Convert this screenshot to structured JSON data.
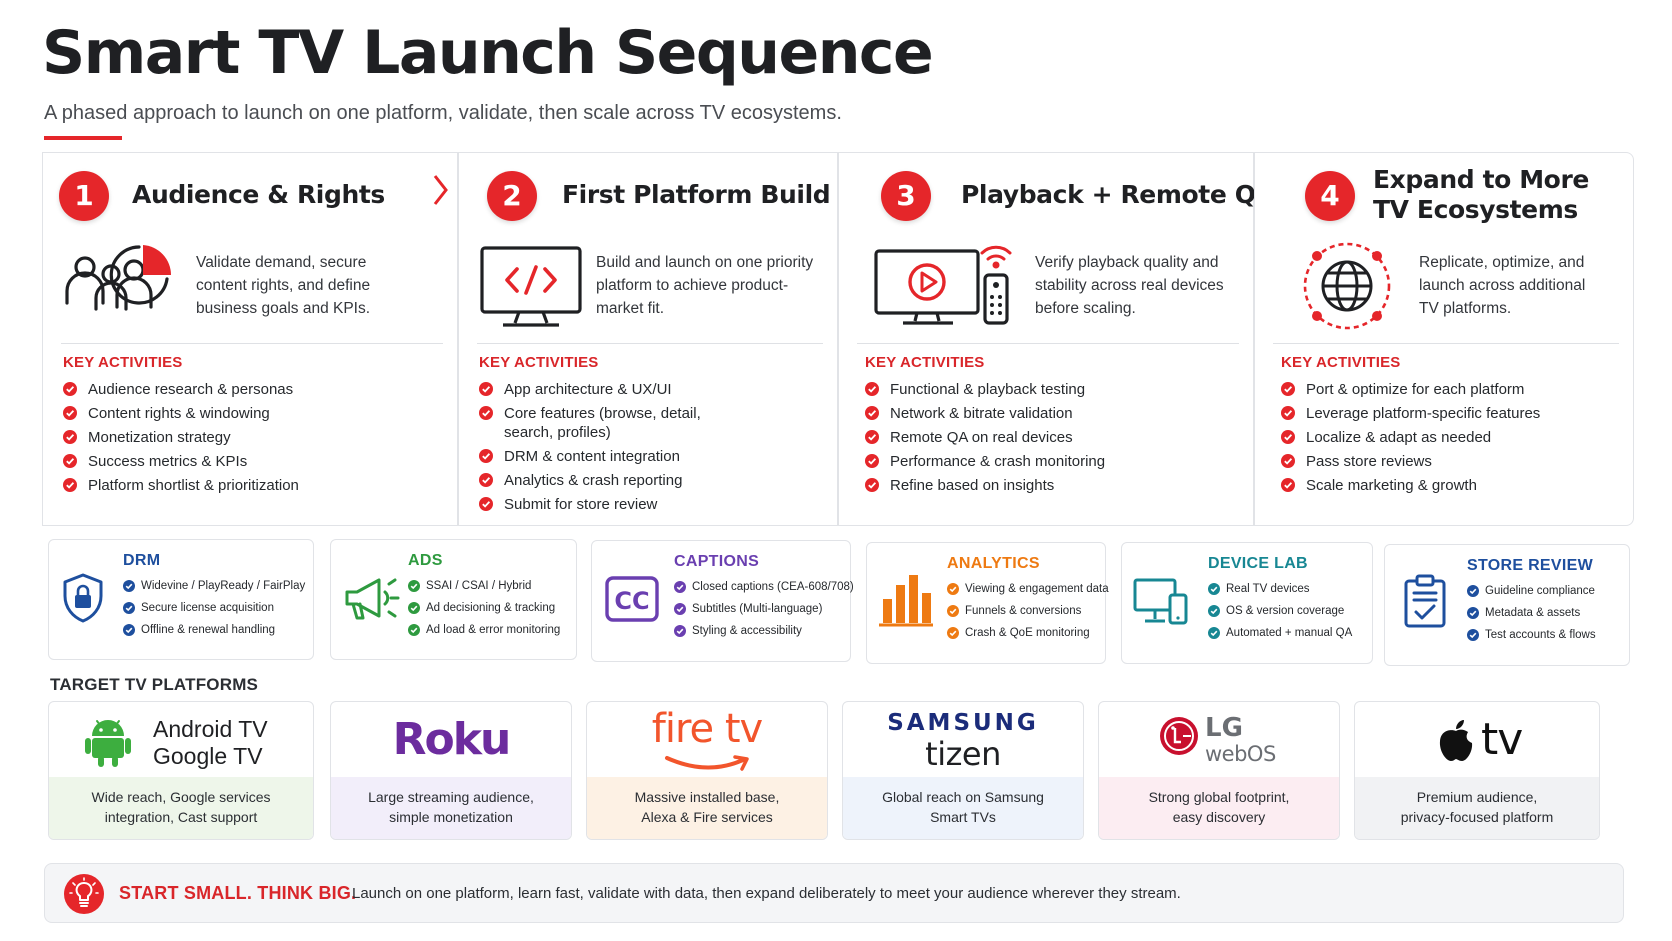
{
  "title": "Smart TV Launch Sequence",
  "subtitle": "A phased approach to launch on one platform, validate, then scale across TV ecosystems.",
  "colors": {
    "accent": "#e5262a",
    "dark_text": "#1f2023"
  },
  "phases": [
    {
      "number": "1",
      "title_lines": [
        "Audience & Rights"
      ],
      "icon": "audience-chart-icon",
      "description": "Validate demand, secure content rights, and define business goals and KPIs.",
      "key_activities_label": "KEY ACTIVITIES",
      "activities": [
        "Audience research & personas",
        "Content rights & windowing",
        "Monetization strategy",
        "Success metrics & KPIs",
        "Platform shortlist & prioritization"
      ]
    },
    {
      "number": "2",
      "title_lines": [
        "First Platform Build"
      ],
      "icon": "code-monitor-icon",
      "description": "Build and launch on one priority platform to achieve product-market fit.",
      "key_activities_label": "KEY ACTIVITIES",
      "activities": [
        "App architecture & UX/UI",
        "Core features (browse, detail, search, profiles)",
        "DRM & content integration",
        "Analytics & crash reporting",
        "Submit for store review"
      ]
    },
    {
      "number": "3",
      "title_lines": [
        "Playback + Remote QA"
      ],
      "icon": "tv-remote-icon",
      "description": "Verify playback quality and stability across real devices before scaling.",
      "key_activities_label": "KEY ACTIVITIES",
      "activities": [
        "Functional & playback testing",
        "Network & bitrate validation",
        "Remote QA on real devices",
        "Performance & crash monitoring",
        "Refine based on insights"
      ]
    },
    {
      "number": "4",
      "title_lines": [
        "Expand to More",
        "TV Ecosystems"
      ],
      "icon": "globe-network-icon",
      "description": "Replicate, optimize, and launch across additional TV platforms.",
      "key_activities_label": "KEY ACTIVITIES",
      "activities": [
        "Port & optimize for each platform",
        "Leverage platform-specific features",
        "Localize & adapt as needed",
        "Pass store reviews",
        "Scale marketing & growth"
      ]
    }
  ],
  "capabilities": [
    {
      "title": "DRM",
      "color": "#1e4f9e",
      "icon": "shield-lock-icon",
      "items": [
        "Widevine / PlayReady / FairPlay",
        "Secure license acquisition",
        "Offline & renewal handling"
      ]
    },
    {
      "title": "ADS",
      "color": "#2e9a3f",
      "icon": "megaphone-icon",
      "items": [
        "SSAI / CSAI / Hybrid",
        "Ad decisioning & tracking",
        "Ad load & error monitoring"
      ]
    },
    {
      "title": "CAPTIONS",
      "color": "#6a3fb0",
      "icon": "closed-caption-icon",
      "items": [
        "Closed captions (CEA-608/708)",
        "Subtitles (Multi-language)",
        "Styling & accessibility"
      ]
    },
    {
      "title": "ANALYTICS",
      "color": "#ee7a12",
      "icon": "bar-chart-icon",
      "items": [
        "Viewing & engagement data",
        "Funnels & conversions",
        "Crash & QoE monitoring"
      ]
    },
    {
      "title": "DEVICE LAB",
      "color": "#178793",
      "icon": "devices-icon",
      "items": [
        "Real TV devices",
        "OS & version coverage",
        "Automated + manual QA"
      ]
    },
    {
      "title": "STORE REVIEW",
      "color": "#1e4f9e",
      "icon": "clipboard-check-icon",
      "items": [
        "Guideline compliance",
        "Metadata & assets",
        "Test accounts & flows"
      ]
    }
  ],
  "platforms_heading": "TARGET TV PLATFORMS",
  "platforms": [
    {
      "logo": "android-robot-icon",
      "name_lines": [
        "Android TV",
        "Google TV"
      ],
      "desc_lines": [
        "Wide reach, Google services",
        "integration, Cast support"
      ],
      "tint": "#eef6ea"
    },
    {
      "logo": "roku-logo",
      "name_lines": [
        "Roku"
      ],
      "desc_lines": [
        "Large streaming audience,",
        "simple monetization"
      ],
      "tint": "#f2eefa"
    },
    {
      "logo": "fire-tv-logo",
      "name_lines": [
        "fire tv"
      ],
      "desc_lines": [
        "Massive installed base,",
        "Alexa & Fire services"
      ],
      "tint": "#fdf1e4"
    },
    {
      "logo": "samsung-tizen-logo",
      "name_lines": [
        "SAMSUNG",
        "tizen"
      ],
      "desc_lines": [
        "Global reach on Samsung",
        "Smart TVs"
      ],
      "tint": "#eef3fb"
    },
    {
      "logo": "lg-webos-logo",
      "name_lines": [
        "LG",
        "webOS"
      ],
      "desc_lines": [
        "Strong global footprint,",
        "easy discovery"
      ],
      "tint": "#fcedf2"
    },
    {
      "logo": "apple-tv-logo",
      "name_lines": [
        "tv"
      ],
      "desc_lines": [
        "Premium audience,",
        "privacy-focused platform"
      ],
      "tint": "#f1f2f4"
    }
  ],
  "banner": {
    "icon": "lightbulb-icon",
    "strong": "START SMALL. THINK BIG.",
    "text": "Launch on one platform, learn fast, validate with data, then expand deliberately to meet your audience wherever they stream."
  }
}
